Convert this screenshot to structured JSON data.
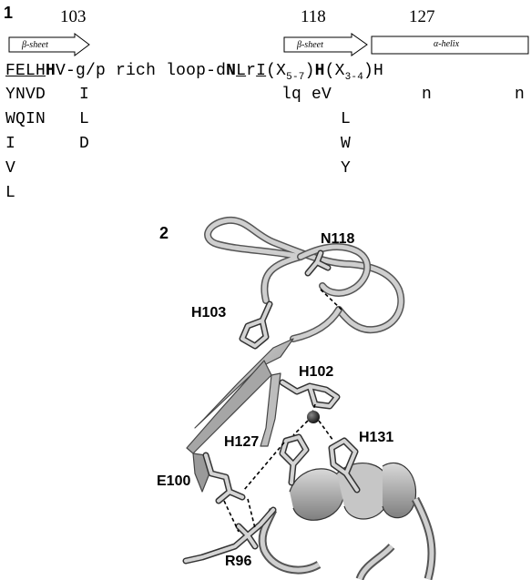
{
  "panel1": {
    "label": "1",
    "residue_numbers": [
      "103",
      "118",
      "127"
    ],
    "beta_sheet_1": "β-sheet",
    "beta_sheet_2": "β-sheet",
    "alpha_helix": "α-helix",
    "main_line": {
      "a": "FEL",
      "b": "H",
      "c": "H",
      "d": "V-g/p rich loop-d",
      "e": "N",
      "f": "L",
      "g": "r",
      "h": "I",
      "i": "(X",
      "i_sub": "5-7",
      "j": ")",
      "k": "H",
      "l": "(X",
      "l_sub": "3-4",
      "m": ")H"
    },
    "variant_rows": [
      {
        "col1": "YNVD",
        "col2": "I",
        "col3": "lq eV",
        "col4": "n",
        "col5": "n"
      },
      {
        "col1": "WQIN",
        "col2": "L",
        "col3": "L"
      },
      {
        "col1": "I",
        "col2": "D",
        "col3": "W"
      },
      {
        "col1": "V",
        "col3": "Y"
      },
      {
        "col1": "L"
      }
    ]
  },
  "panel2": {
    "label": "2",
    "labels": [
      "N118",
      "H103",
      "H102",
      "H127",
      "H131",
      "E100",
      "R96"
    ]
  },
  "colors": {
    "ribbon": "#bfbfbf",
    "ribbon_dark": "#8a8a8a",
    "stick": "#c8c8c8",
    "nitrogen": "#1a1a1a",
    "metal": "#333333"
  }
}
